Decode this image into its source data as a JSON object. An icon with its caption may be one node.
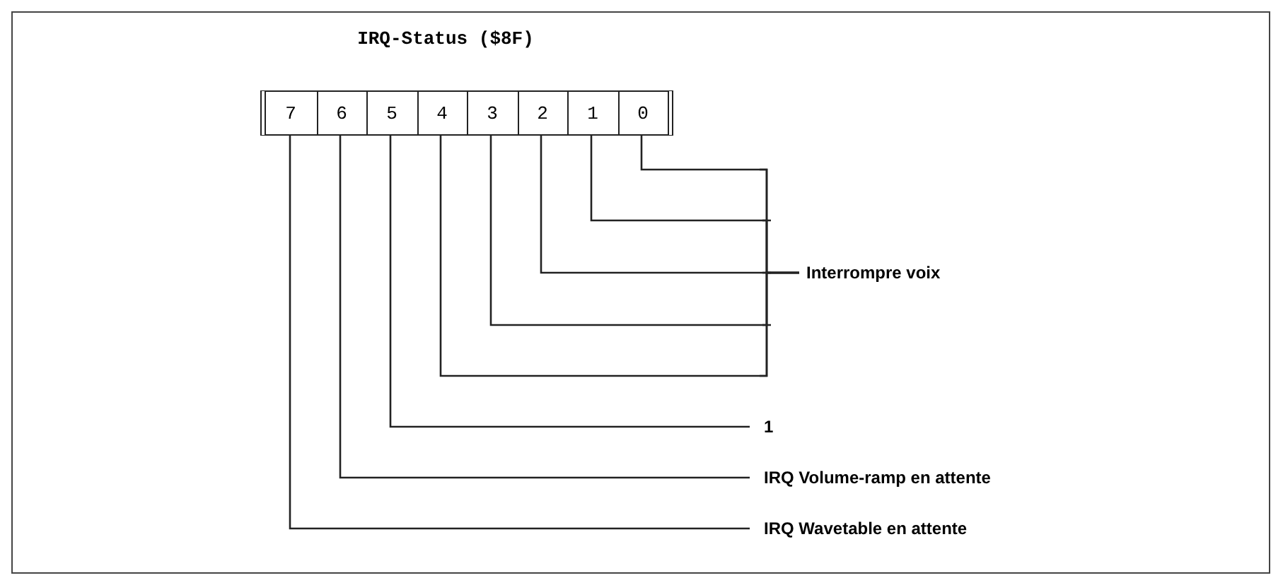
{
  "diagram": {
    "title": "IRQ-Status ($8F)",
    "nodes": [
      {
        "text": [],
        "shape": "bar"
      },
      {
        "text": [
          "7"
        ],
        "in": 0
      },
      {
        "text": [
          "6"
        ],
        "in": 0
      },
      {
        "text": [
          "5"
        ],
        "in": 0
      },
      {
        "text": [
          "4"
        ],
        "in": 0
      },
      {
        "text": [
          "3"
        ],
        "in": 0
      },
      {
        "text": [
          "2"
        ],
        "in": 0
      },
      {
        "text": [
          "1"
        ],
        "in": 0
      },
      {
        "text": [
          "0"
        ],
        "in": 0
      },
      {
        "text": [
          "Interrompre voix"
        ]
      },
      {
        "text": [
          "1"
        ]
      },
      {
        "text": [
          "IRQ Volume-ramp en attente"
        ]
      },
      {
        "text": [
          "IRQ Wavetable en attente"
        ]
      }
    ],
    "edges": [
      {
        "from": 8,
        "to": 9,
        "arrow": "none"
      },
      {
        "from": 7,
        "to": 9,
        "arrow": "none"
      },
      {
        "from": 6,
        "to": 9,
        "arrow": "none"
      },
      {
        "from": 5,
        "to": 9,
        "arrow": "none"
      },
      {
        "from": 4,
        "to": 9,
        "arrow": "none"
      },
      {
        "from": 3,
        "to": 10,
        "arrow": "none"
      },
      {
        "from": 2,
        "to": 11,
        "arrow": "none"
      },
      {
        "from": 1,
        "to": 12,
        "arrow": "none"
      }
    ]
  }
}
